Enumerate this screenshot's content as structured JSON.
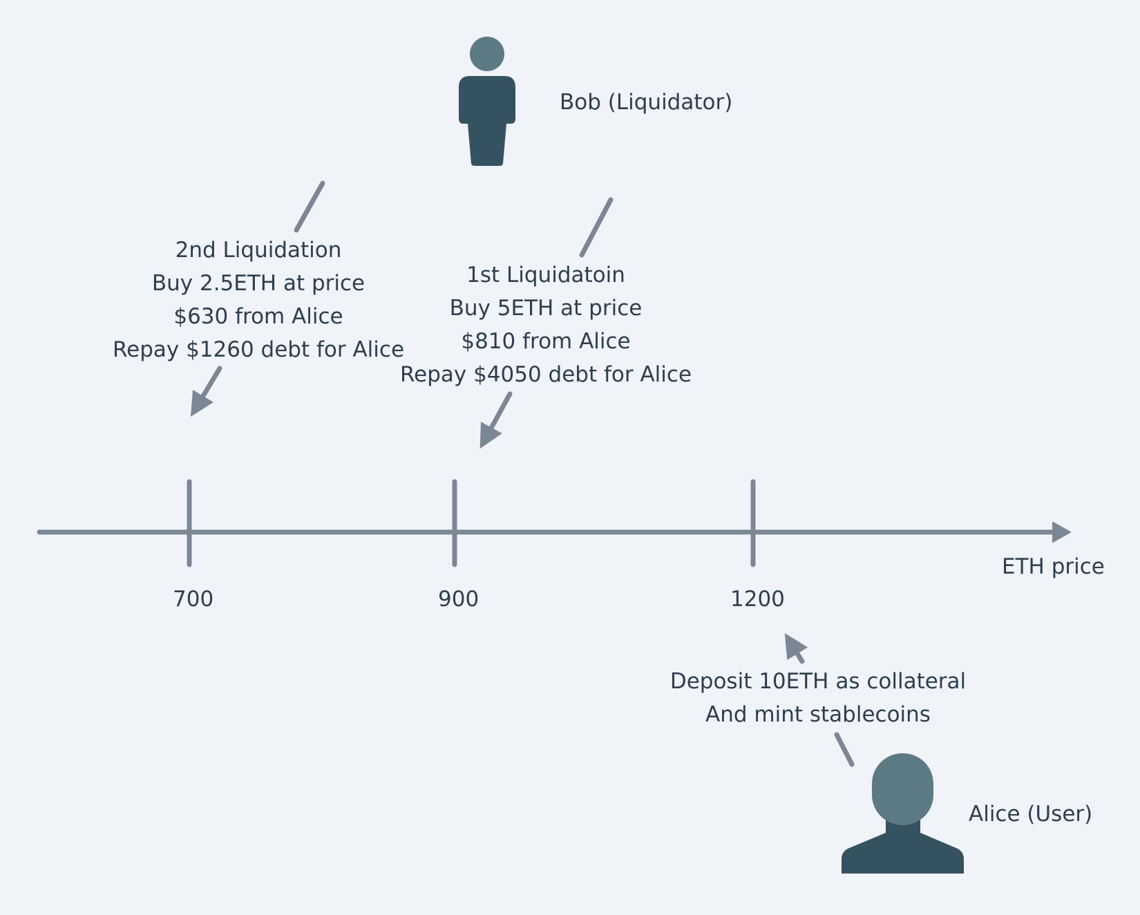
{
  "colors": {
    "background": "#f0f4f8",
    "lines": "#7b8794",
    "text": "#2c3e50",
    "person_head": "#5c7a84",
    "person_body": "#34525f"
  },
  "axis": {
    "label": "ETH price",
    "ticks": [
      "700",
      "900",
      "1200"
    ]
  },
  "actors": {
    "bob": {
      "label": "Bob (Liquidator)",
      "icon": "person-standing-icon"
    },
    "alice": {
      "label": "Alice (User)",
      "icon": "person-bust-icon"
    }
  },
  "events": {
    "second_liquidation": [
      "2nd Liquidation",
      "Buy 2.5ETH at price",
      "$630 from Alice",
      "Repay $1260 debt for Alice"
    ],
    "first_liquidation": [
      "1st Liquidatoin",
      "Buy 5ETH at price",
      "$810 from Alice",
      "Repay $4050 debt for Alice"
    ],
    "deposit": [
      "Deposit 10ETH as collateral",
      "And mint stablecoins"
    ]
  }
}
